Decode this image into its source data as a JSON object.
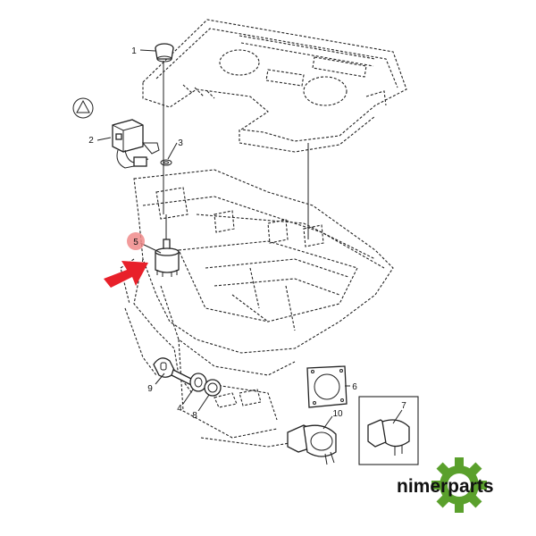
{
  "callouts": {
    "c1": "1",
    "c2": "2",
    "c3": "3",
    "c4": "4",
    "c5": "5",
    "c6": "6",
    "c7": "7",
    "c8": "8",
    "c9": "9",
    "c10": "10"
  },
  "brand": {
    "name": "nimerparts",
    "gear_color": "#5aa02c",
    "text_color": "#111111"
  },
  "colors": {
    "arrow": "#e8202a",
    "highlight_circle": "#f08a8a"
  }
}
